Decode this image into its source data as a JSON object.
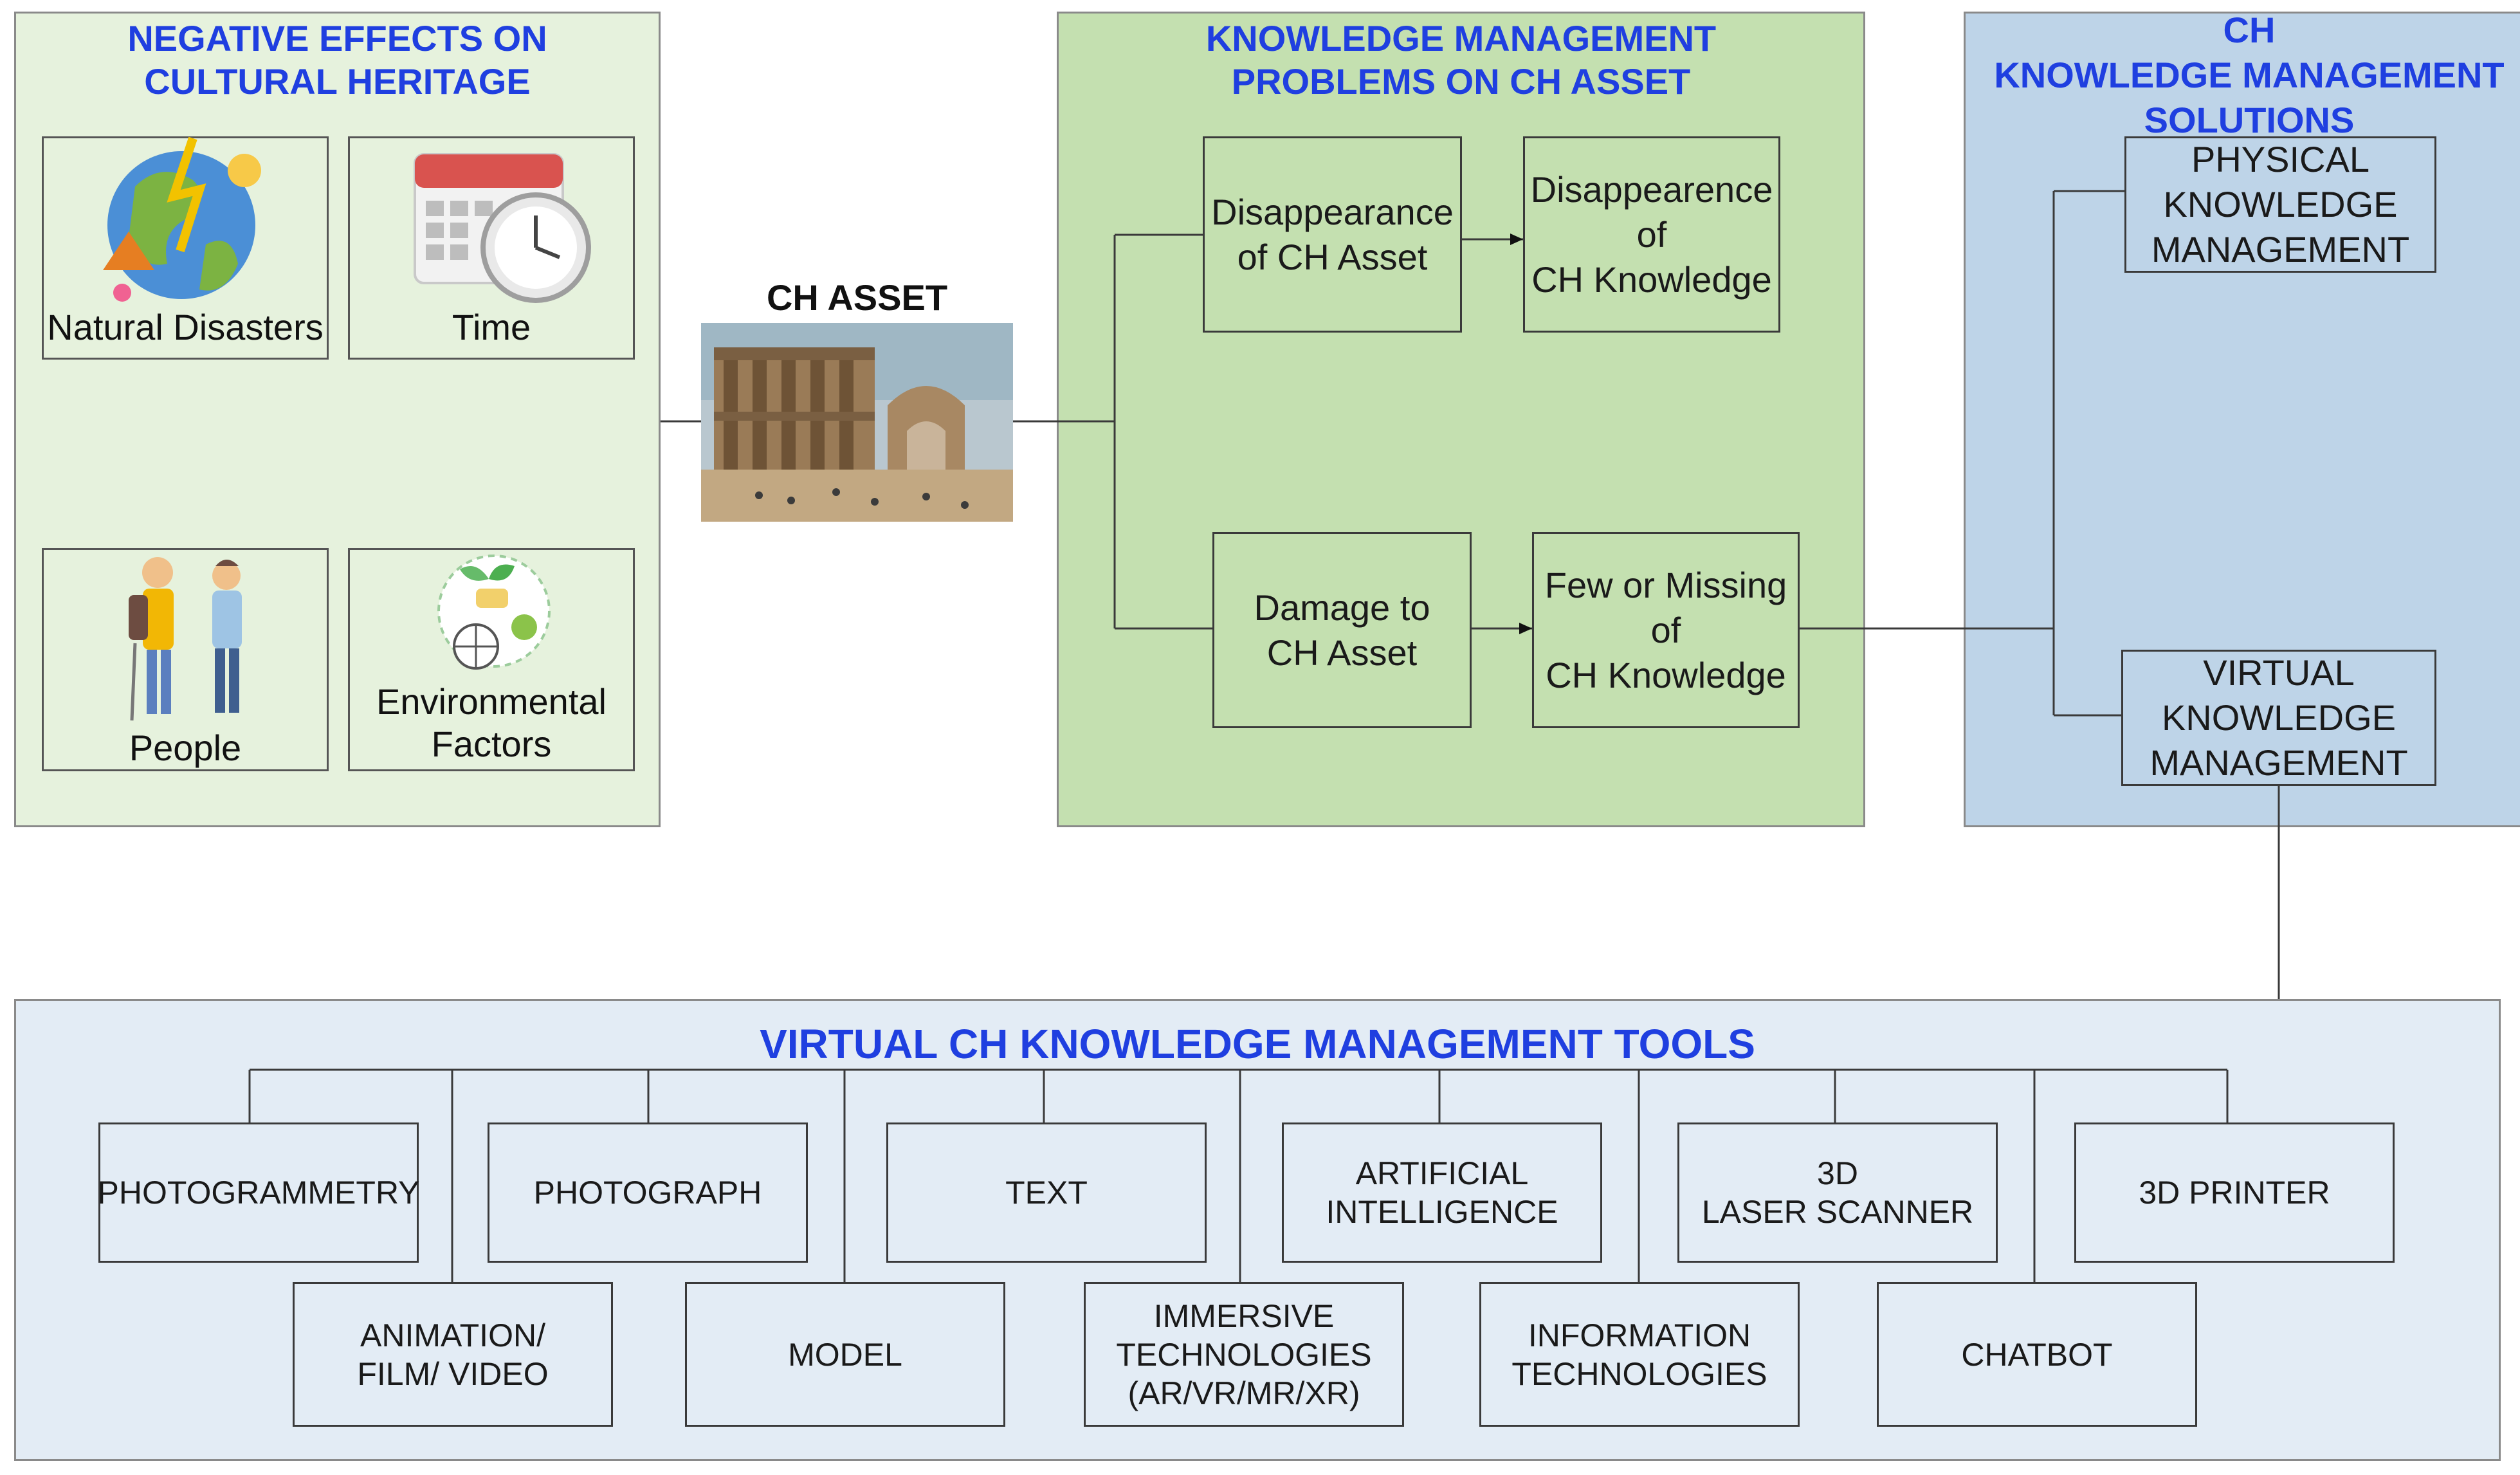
{
  "negative_panel": {
    "title_line1": "NEGATIVE EFFECTS ON",
    "title_line2": "CULTURAL HERITAGE",
    "natural_disasters": "Natural Disasters",
    "time": "Time",
    "people": "People",
    "environmental_line1": "Environmental",
    "environmental_line2": "Factors"
  },
  "asset": {
    "label": "CH ASSET"
  },
  "problems_panel": {
    "title_line1": "KNOWLEDGE MANAGEMENT",
    "title_line2": "PROBLEMS ON CH ASSET",
    "disappearance_asset_line1": "Disappearance",
    "disappearance_asset_line2": "of CH Asset",
    "disappearence_knowledge_line1": "Disappearence",
    "disappearence_knowledge_line2": "of",
    "disappearence_knowledge_line3": "CH Knowledge",
    "damage_line1": "Damage to",
    "damage_line2": "CH Asset",
    "few_line1": "Few or Missing",
    "few_line2": "of",
    "few_line3": "CH Knowledge"
  },
  "solutions_panel": {
    "title_line1": "CH",
    "title_line2": "KNOWLEDGE MANAGEMENT",
    "title_line3": "SOLUTIONS",
    "physical_line1": "PHYSICAL",
    "physical_line2": "KNOWLEDGE",
    "physical_line3": "MANAGEMENT",
    "virtual_line1": "VIRTUAL",
    "virtual_line2": "KNOWLEDGE",
    "virtual_line3": "MANAGEMENT"
  },
  "tools_panel": {
    "title": "VIRTUAL CH KNOWLEDGE MANAGEMENT TOOLS",
    "photogrammetry": "PHOTOGRAMMETRY",
    "photograph": "PHOTOGRAPH",
    "text": "TEXT",
    "ai_line1": "ARTIFICIAL",
    "ai_line2": "INTELLIGENCE",
    "laser_line1": "3D",
    "laser_line2": "LASER SCANNER",
    "printer": "3D PRINTER",
    "animation_line1": "ANIMATION/",
    "animation_line2": "FILM/ VIDEO",
    "model": "MODEL",
    "immersive_line1": "IMMERSIVE",
    "immersive_line2": "TECHNOLOGIES",
    "immersive_line3": "(AR/VR/MR/XR)",
    "info_line1": "INFORMATION",
    "info_line2": "TECHNOLOGIES",
    "chatbot": "CHATBOT"
  },
  "colors": {
    "green_light": "#e6f2dd",
    "green": "#c4e0b0",
    "blue": "#bed4e8",
    "blue_light": "#e3ecf5",
    "title_blue": "#1f3fe0"
  },
  "icons": [
    "globe-disaster-icon",
    "calendar-clock-icon",
    "travelers-icon",
    "eco-globe-icon",
    "ancient-ruins-photo"
  ]
}
